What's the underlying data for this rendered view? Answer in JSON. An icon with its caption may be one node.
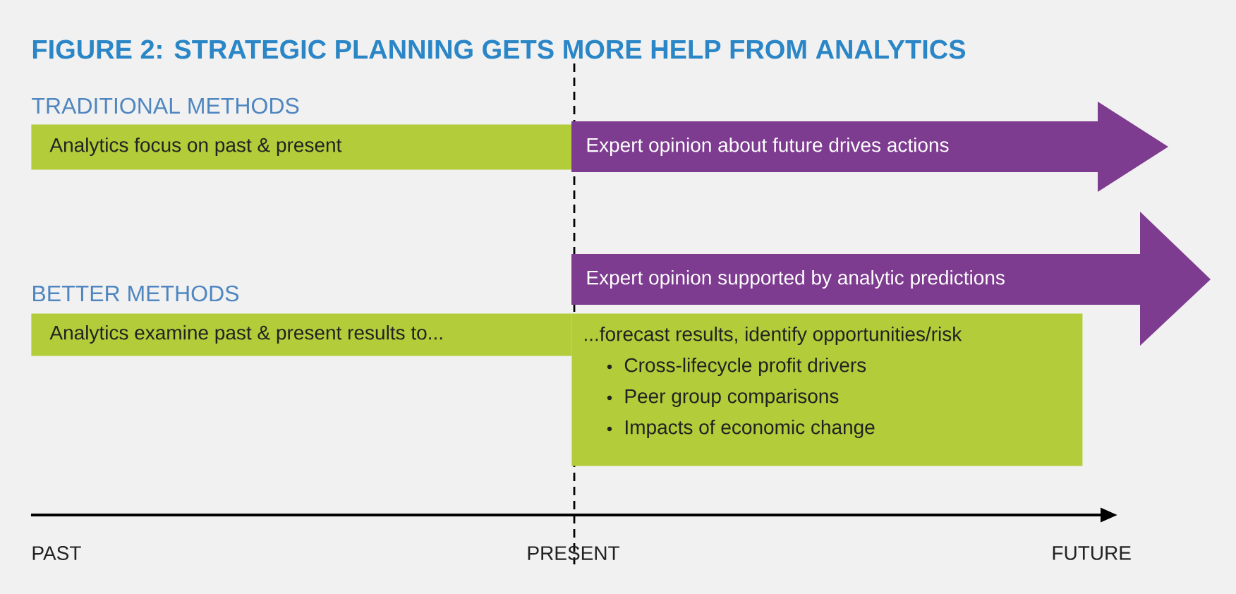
{
  "diagram": {
    "title": "FIGURE 2: STRATEGIC PLANNING GETS MORE HELP FROM ANALYTICS",
    "nodes": [
      {
        "text": [
          "Analytics focus on past & present"
        ]
      },
      {
        "text": [
          "Expert opinion about future drives actions"
        ]
      },
      {
        "text": [
          "Analytics examine past & present results to..."
        ]
      },
      {
        "text": [
          "Expert opinion supported by analytic predictions"
        ]
      },
      {
        "text": [
          "...forecast results, identify opportunities/risk",
          "Cross-lifecycle profit drivers",
          "Peer group comparisons",
          "Impacts of economic change"
        ]
      }
    ],
    "labels": [
      "TRADITIONAL METHODS",
      "BETTER METHODS",
      "PAST",
      "PRESENT",
      "FUTURE"
    ]
  }
}
